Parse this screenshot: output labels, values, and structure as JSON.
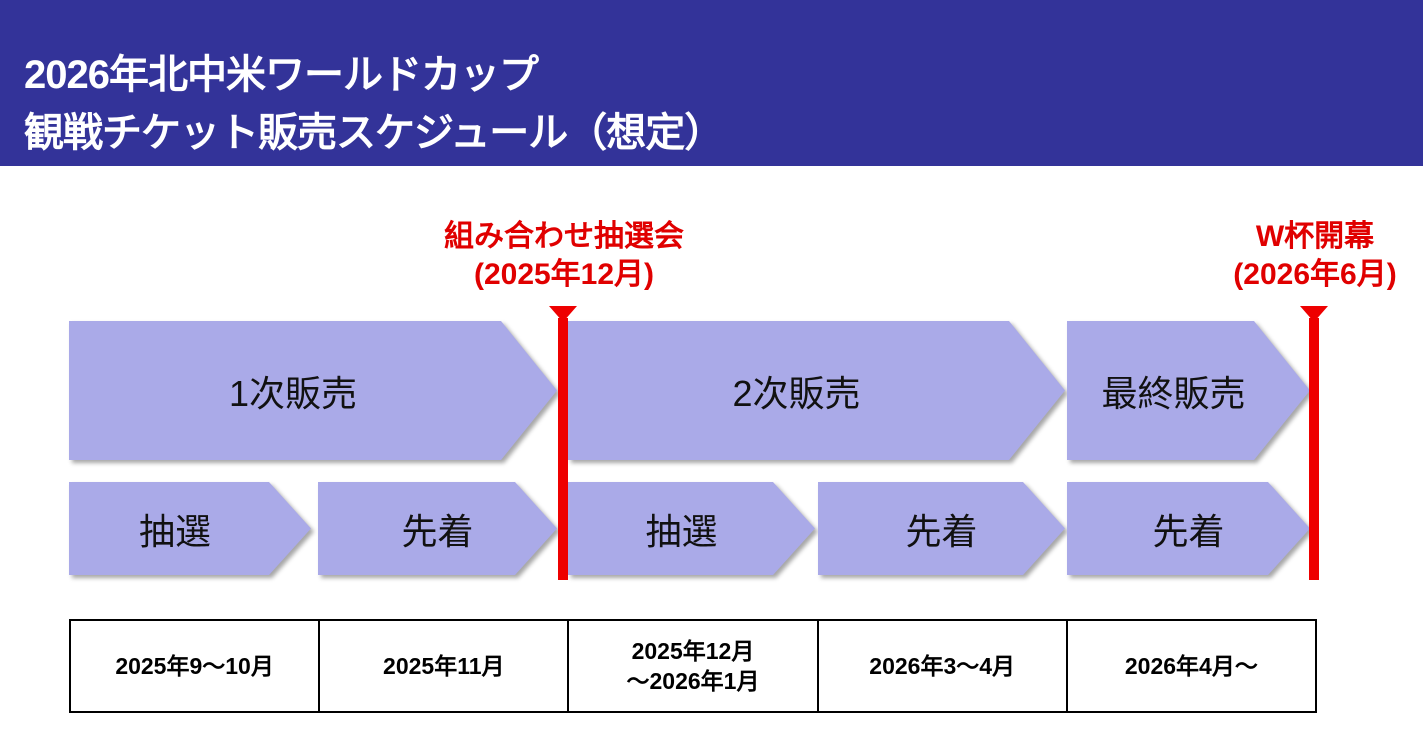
{
  "title": {
    "line1": "2026年北中米ワールドカップ",
    "line2": "観戦チケット販売スケジュール（想定）"
  },
  "events": [
    {
      "label": "組み合わせ抽選会",
      "date": "(2025年12月)"
    },
    {
      "label": "W杯開幕",
      "date": "(2026年6月)"
    }
  ],
  "phases": [
    "1次販売",
    "2次販売",
    "最終販売"
  ],
  "methods": [
    "抽選",
    "先着",
    "抽選",
    "先着",
    "先着"
  ],
  "periods": [
    "2025年9〜10月",
    "2025年11月",
    "2025年12月\n〜2026年1月",
    "2026年3〜4月",
    "2026年4月〜"
  ],
  "colors": {
    "header": "#333399",
    "shape": "#aaaae8",
    "accent": "#ee0000"
  }
}
